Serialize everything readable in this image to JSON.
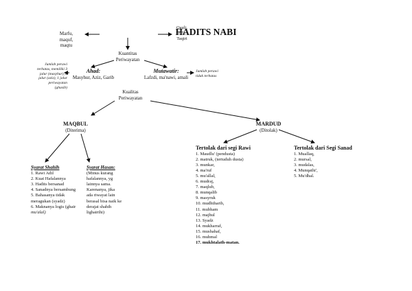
{
  "title": "HADITS NABI",
  "left_note": [
    "Marfu,",
    "maquf,",
    "maqtu"
  ],
  "right_note": [
    "Qauli,",
    "Fi'li,",
    "Taqiri"
  ],
  "kuantitas": [
    "Kuantitas",
    "Periwayatan"
  ],
  "ahad": {
    "title": "Ahad:",
    "subtitle": "Masyhur, Aziz, Garib",
    "note": [
      "Jumlah perawi",
      "terbatas, memiliki 3",
      "jalur (masyhur), 2",
      "jalur (aziz), 1 jalur",
      "periwayatan",
      "(ghasib)"
    ]
  },
  "mutawatir": {
    "title": "Mutawatir:",
    "subtitle": "Lafzdi, ma'nawi, amali",
    "note": [
      "Jumlah perawi",
      "tidak terbatas"
    ]
  },
  "kualitas": [
    "Kualitas",
    "Periwayatan"
  ],
  "maqbul": {
    "title": "MAQBUL",
    "subtitle": "(Diterima)"
  },
  "mardud": {
    "title": "MARDUD",
    "subtitle": "(Ditolak)"
  },
  "shahih": {
    "title": "Syarat Shahih",
    "items": [
      "1. Rawi Adil",
      "2. Kuat Hafalannya",
      "3. Hadits bersanad",
      "4. Sanadnya bersambung",
      "5. Bahasanya tidak",
      "    meragukan (syadz)",
      "6. Maknanya logis (ghair",
      "    mu'alal)"
    ]
  },
  "hasan": {
    "title": "Syarat Hasan:",
    "items": [
      "(Minus kurang",
      "hafalannya, yg",
      "lainnya sama.",
      "Karenanya, jika",
      "ada riwayat lain",
      "berasal bisa naik ke",
      "derajat shahih",
      "lighairihi)"
    ]
  },
  "rawi": {
    "title": "Tertolak dari segi Rawi",
    "items": [
      "1.  Maudlu' (pendusta)",
      "2.  matruk, (tertuduh dusta)",
      "3.  munkar,",
      "4.  ma'ruf",
      "5.  mu'allal,",
      "6.  mudraj,",
      "7.  maqlub,",
      "8.  munqalib",
      "9.  masyruk",
      "10. mudhtharib,",
      "11. mubham",
      "12. majhul",
      "13. Syadz",
      "14. mukharraf,",
      "15. mushahaf,",
      "16. muhmal",
      "17. mukhtalath-matan."
    ]
  },
  "sanad": {
    "title": "Tertolak dari Segi Sanad",
    "items": [
      "1.    Muallaq,",
      "2.    mursal,",
      "3.    mudalas,",
      "4.    Munqathi',",
      "5.    Mu'dhal."
    ]
  }
}
